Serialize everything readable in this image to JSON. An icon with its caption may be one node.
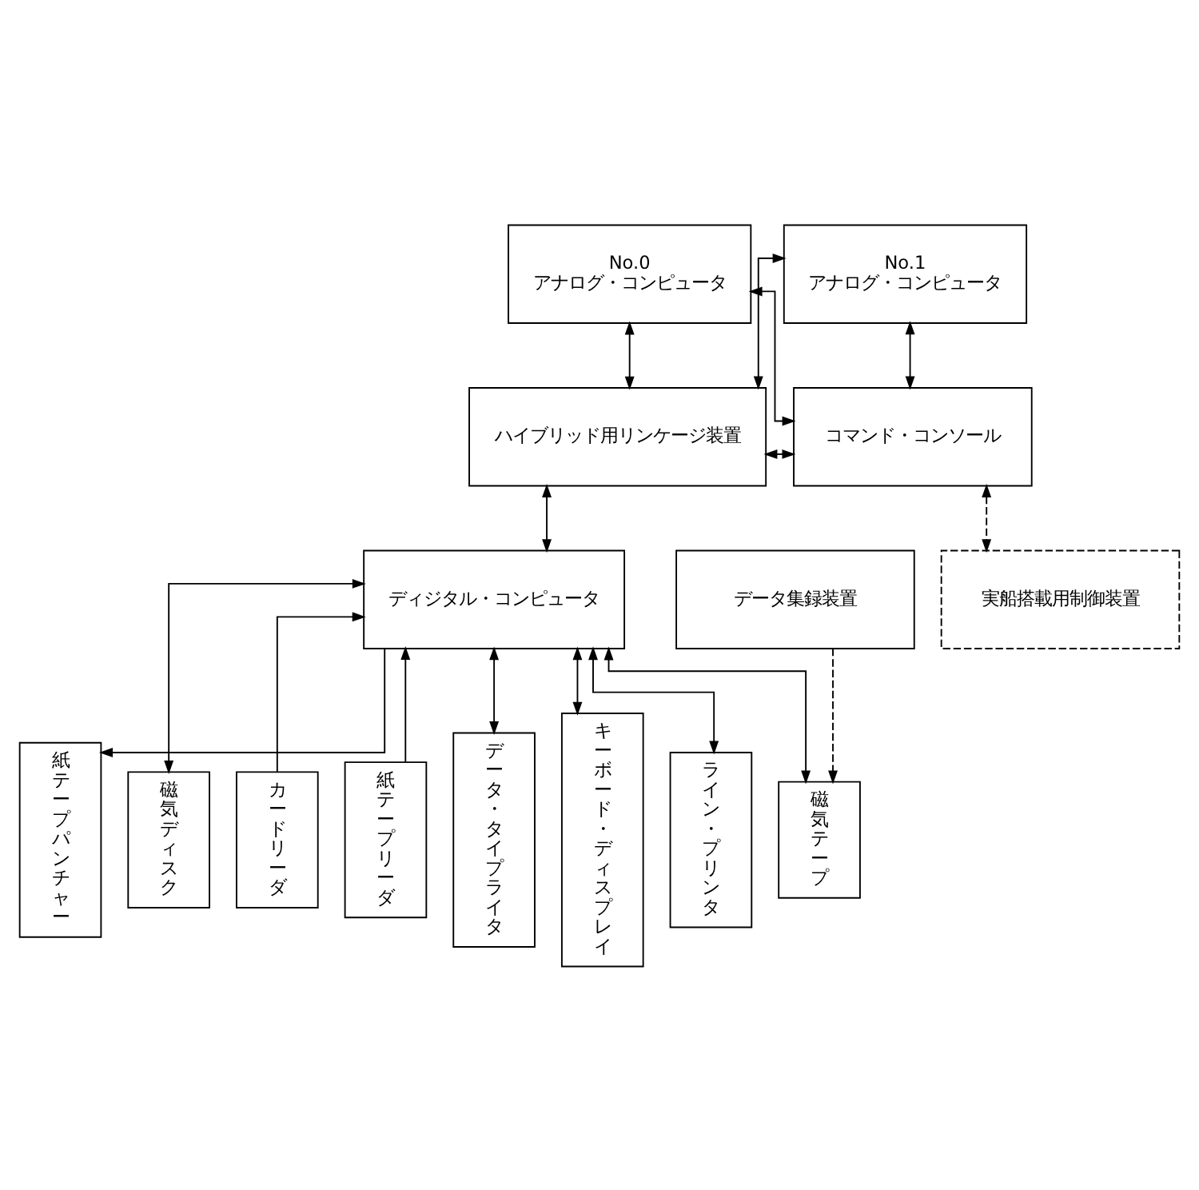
{
  "diagram": {
    "nodes": [
      {
        "text": [
          "No.0",
          "アナログ・コンピュータ"
        ]
      },
      {
        "text": [
          "No.1",
          "アナログ・コンピュータ"
        ]
      },
      {
        "text": [
          "ハイブリッド用リンケージ装置"
        ]
      },
      {
        "text": [
          "コマンド・コンソール"
        ]
      },
      {
        "text": [
          "ディジタル・コンピュータ"
        ]
      },
      {
        "text": [
          "実船搭載用制御装置"
        ]
      },
      {
        "text": [
          "データ集録装置"
        ]
      },
      {
        "text": [
          "データ・タイプライタ"
        ]
      },
      {
        "text": [
          "キーボード・ディスプレイ"
        ]
      },
      {
        "text": [
          "ライン・プリンタ"
        ]
      },
      {
        "text": [
          "紙テープパンチャー"
        ]
      },
      {
        "text": [
          "カードリーダ"
        ]
      },
      {
        "text": [
          "紙テープリーダ"
        ]
      },
      {
        "text": [
          "磁気テープ"
        ]
      },
      {
        "text": [
          "磁気ディスク"
        ]
      }
    ],
    "edges": [
      {
        "from": 3,
        "to": 0,
        "arrow": "both"
      },
      {
        "from": 3,
        "to": 1,
        "arrow": "both"
      },
      {
        "from": 0,
        "to": 2,
        "arrow": "both"
      },
      {
        "from": 1,
        "to": 2,
        "arrow": "both"
      },
      {
        "from": 2,
        "to": 3,
        "arrow": "both"
      },
      {
        "from": 2,
        "to": 4,
        "arrow": "both"
      },
      {
        "from": 3,
        "to": 5,
        "arrow": "both",
        "style": "dashed"
      },
      {
        "from": 4,
        "to": 7,
        "arrow": "both"
      },
      {
        "from": 4,
        "to": 8,
        "arrow": "both"
      },
      {
        "from": 4,
        "to": 9,
        "arrow": "both"
      },
      {
        "from": 4,
        "to": 10,
        "arrow": "to"
      },
      {
        "from": 11,
        "to": 4,
        "arrow": "to"
      },
      {
        "from": 12,
        "to": 4,
        "arrow": "to"
      },
      {
        "from": 4,
        "to": 13,
        "arrow": "both"
      },
      {
        "from": 4,
        "to": 14,
        "arrow": "both"
      },
      {
        "from": 6,
        "to": 13,
        "arrow": "to",
        "style": "dashed"
      }
    ]
  }
}
